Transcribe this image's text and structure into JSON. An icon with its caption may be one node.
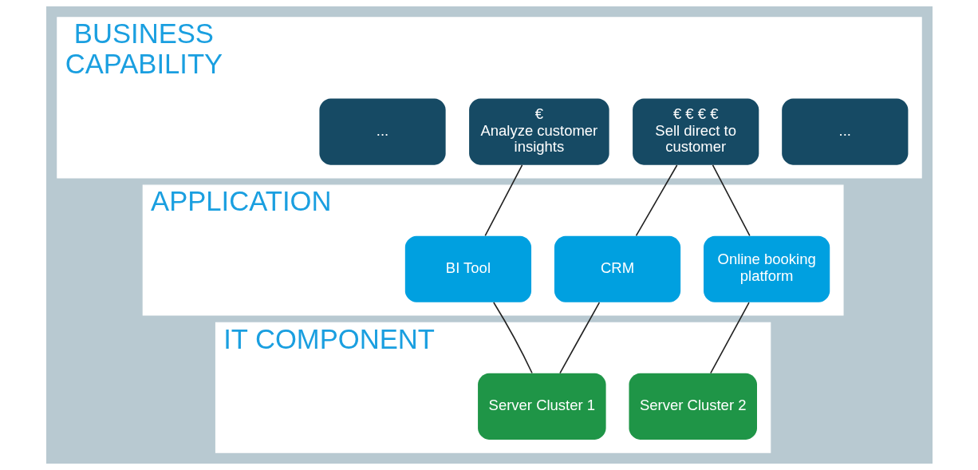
{
  "diagram": {
    "nodes": [
      {
        "text": [
          "BUSINESS CAPABILITY"
        ]
      },
      {
        "text": [
          "..."
        ],
        "in": 0
      },
      {
        "text": [
          "€",
          "Analyze customer insights"
        ],
        "in": 0
      },
      {
        "text": [
          "€ € € €",
          "Sell direct to customer"
        ],
        "in": 0
      },
      {
        "text": [
          "..."
        ],
        "in": 0
      },
      {
        "text": [
          "APPLICATION"
        ]
      },
      {
        "text": [
          "BI Tool"
        ],
        "in": 5
      },
      {
        "text": [
          "Online booking platform"
        ],
        "in": 5
      },
      {
        "text": [
          "CRM"
        ],
        "in": 5
      },
      {
        "text": [
          "IT COMPONENT"
        ]
      },
      {
        "text": [
          "Server Cluster 1"
        ],
        "in": 9
      },
      {
        "text": [
          "Server Cluster 2"
        ],
        "in": 9
      }
    ],
    "edges": [
      {
        "from": 2,
        "to": 6,
        "arrow": "none"
      },
      {
        "from": 3,
        "to": 7,
        "arrow": "none"
      },
      {
        "from": 3,
        "to": 8,
        "arrow": "none"
      },
      {
        "from": 6,
        "to": 10,
        "arrow": "none"
      },
      {
        "from": 8,
        "to": 10,
        "arrow": "none"
      },
      {
        "from": 7,
        "to": 11,
        "arrow": "none"
      }
    ]
  }
}
